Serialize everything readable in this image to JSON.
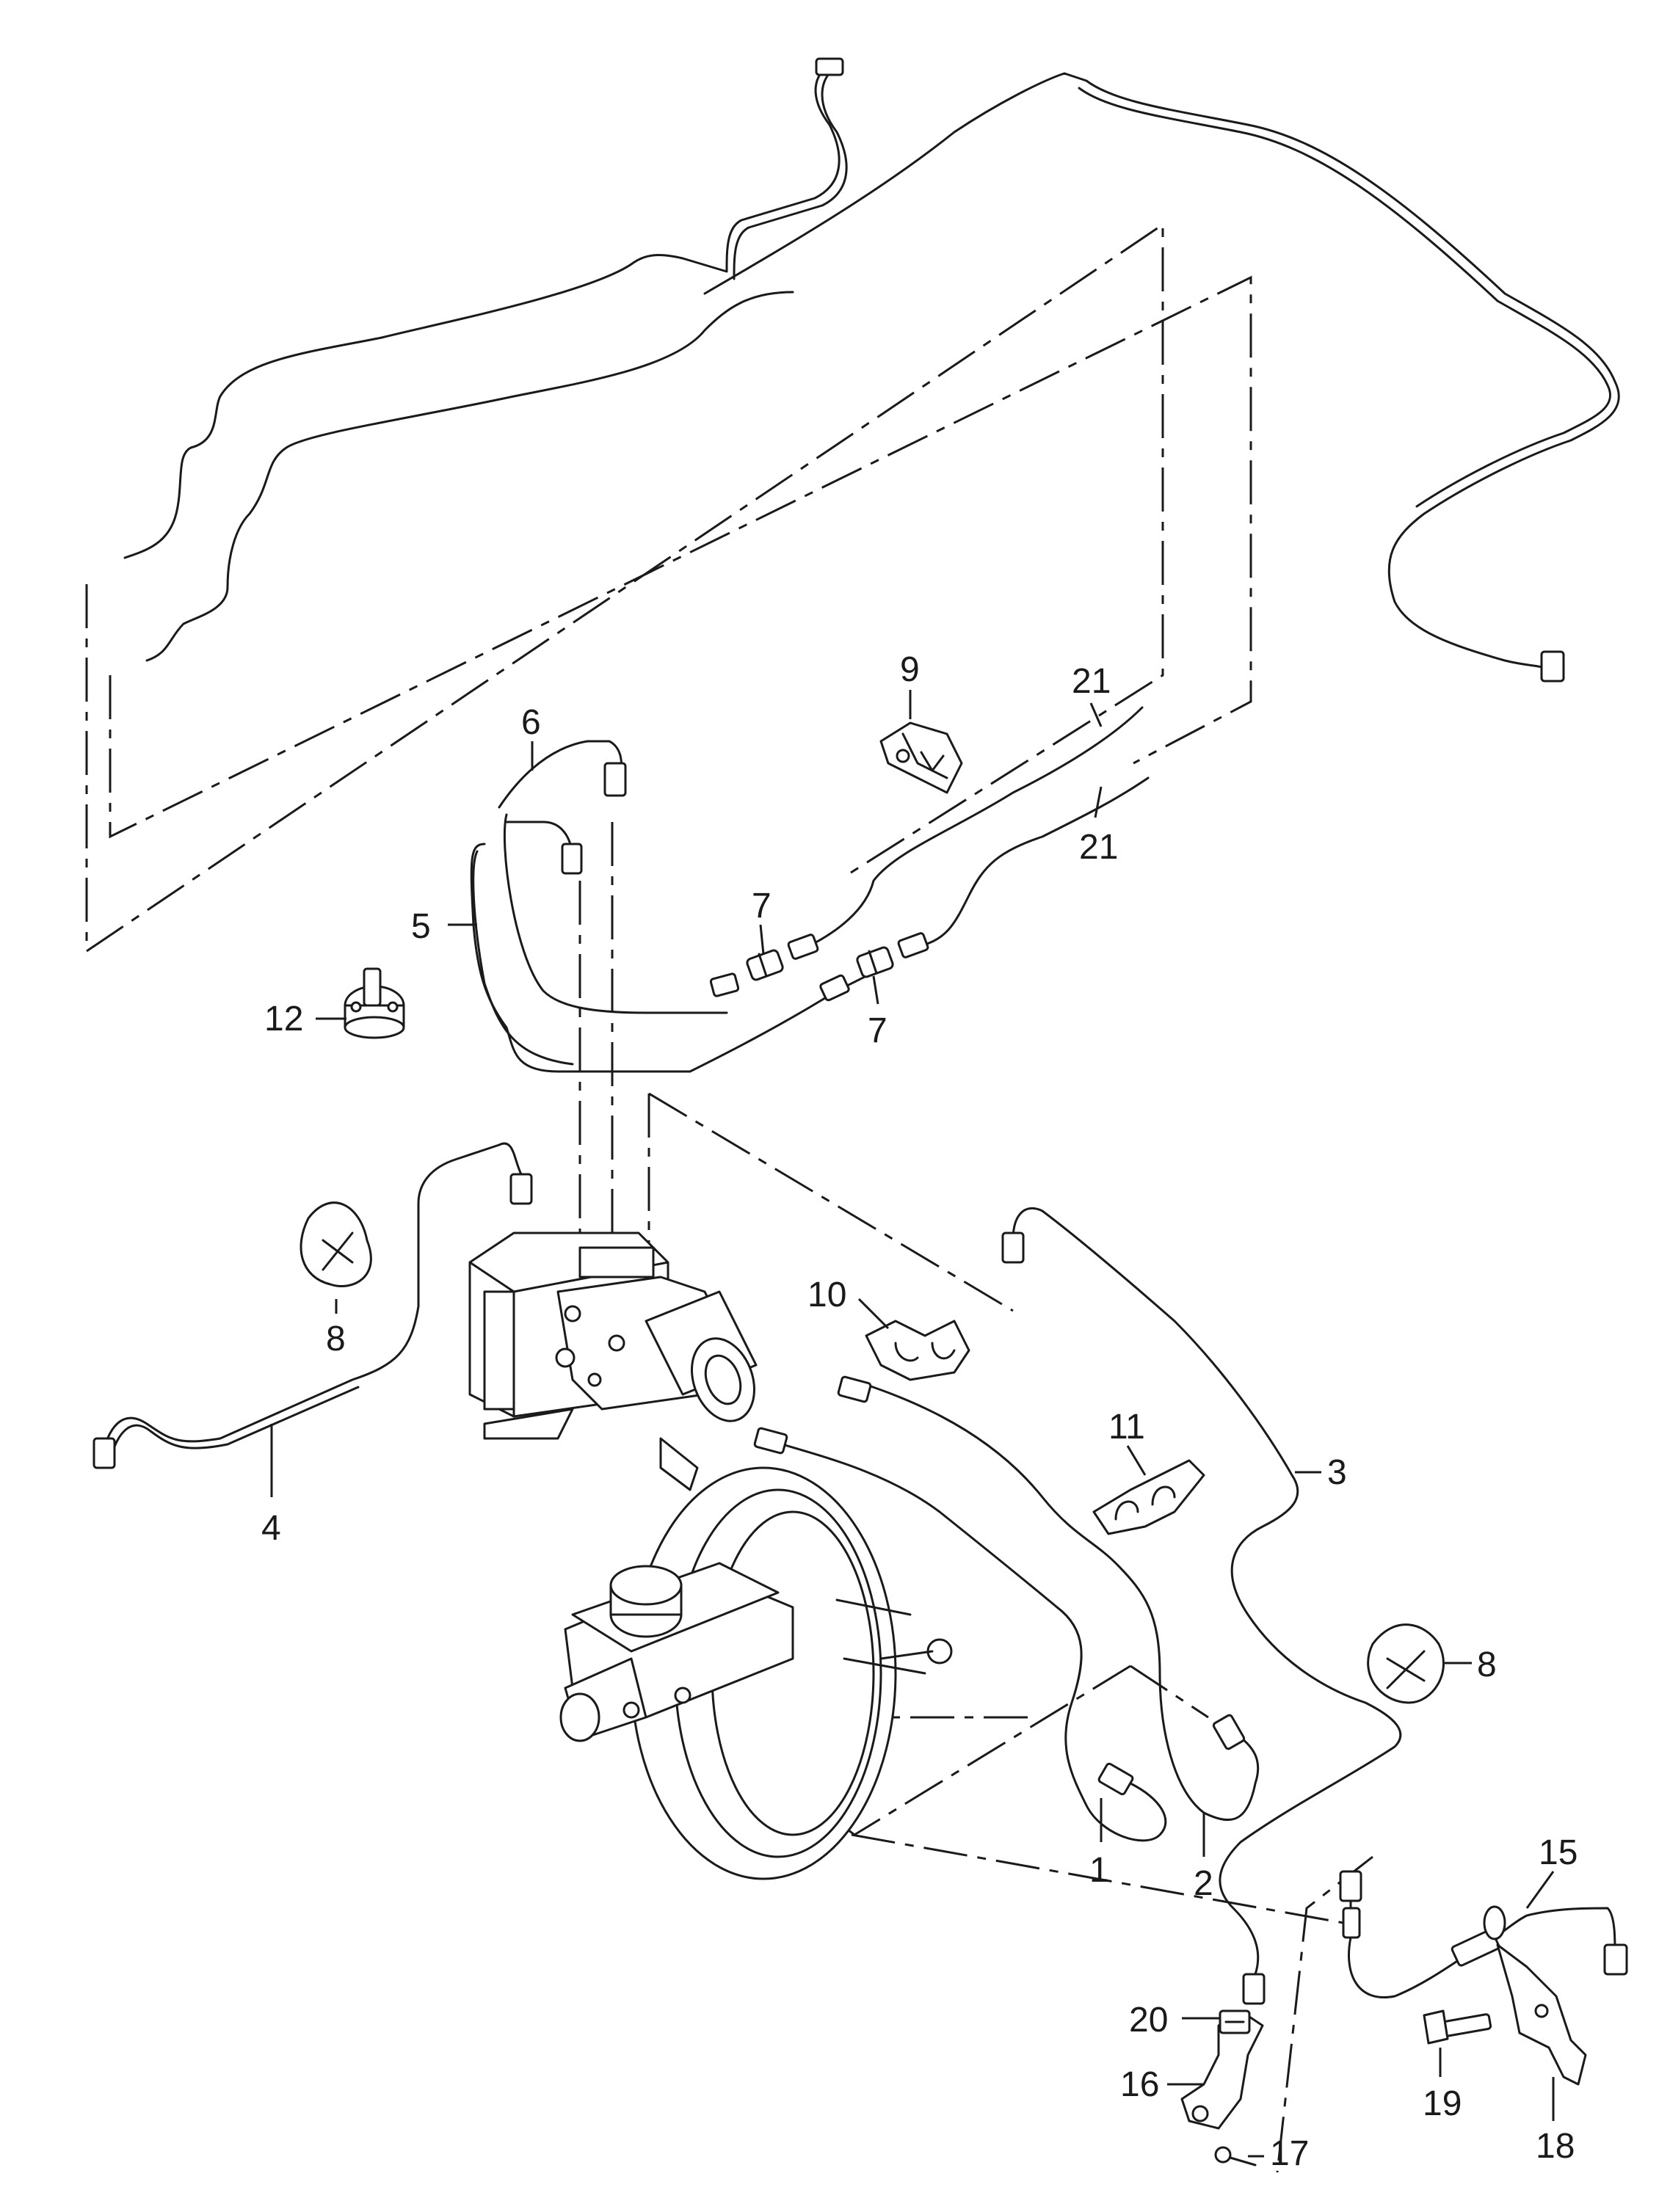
{
  "diagram": {
    "callouts": [
      {
        "id": "c1",
        "label": "1"
      },
      {
        "id": "c2",
        "label": "2"
      },
      {
        "id": "c3",
        "label": "3"
      },
      {
        "id": "c4",
        "label": "4"
      },
      {
        "id": "c5",
        "label": "5"
      },
      {
        "id": "c6",
        "label": "6"
      },
      {
        "id": "c7a",
        "label": "7"
      },
      {
        "id": "c7b",
        "label": "7"
      },
      {
        "id": "c8a",
        "label": "8"
      },
      {
        "id": "c8b",
        "label": "8"
      },
      {
        "id": "c9",
        "label": "9"
      },
      {
        "id": "c10",
        "label": "10"
      },
      {
        "id": "c11",
        "label": "11"
      },
      {
        "id": "c12",
        "label": "12"
      },
      {
        "id": "c15",
        "label": "15"
      },
      {
        "id": "c16",
        "label": "16"
      },
      {
        "id": "c17",
        "label": "17"
      },
      {
        "id": "c18",
        "label": "18"
      },
      {
        "id": "c19",
        "label": "19"
      },
      {
        "id": "c20",
        "label": "20"
      },
      {
        "id": "c21a",
        "label": "21"
      },
      {
        "id": "c21b",
        "label": "21"
      }
    ]
  }
}
